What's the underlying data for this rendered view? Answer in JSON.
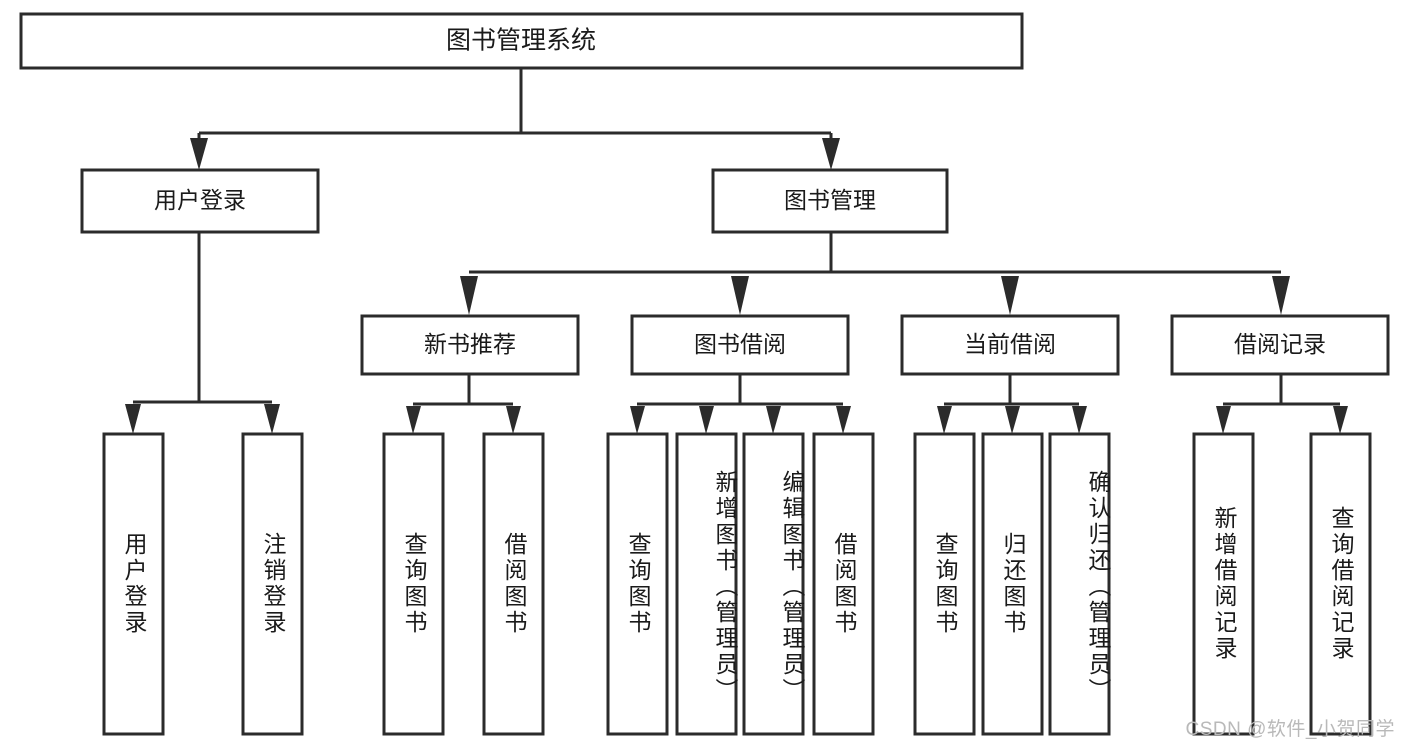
{
  "chart_data": {
    "type": "diagram",
    "subtype": "tree-hierarchy",
    "title": "图书管理系统",
    "orientation": "top-down",
    "edge_style": "orthogonal-with-arrowheads",
    "levels": 4,
    "nodes": [
      {
        "id": "root",
        "label": "图书管理系统",
        "level": 0,
        "parent": null,
        "orientation": "horizontal"
      },
      {
        "id": "n1",
        "label": "用户登录",
        "level": 1,
        "parent": "root",
        "orientation": "horizontal"
      },
      {
        "id": "n2",
        "label": "图书管理",
        "level": 1,
        "parent": "root",
        "orientation": "horizontal"
      },
      {
        "id": "n1a",
        "label": "用户登录",
        "level": 2,
        "parent": "n1",
        "orientation": "vertical"
      },
      {
        "id": "n1b",
        "label": "注销登录",
        "level": 2,
        "parent": "n1",
        "orientation": "vertical"
      },
      {
        "id": "n2a",
        "label": "新书推荐",
        "level": 2,
        "parent": "n2",
        "orientation": "horizontal"
      },
      {
        "id": "n2b",
        "label": "图书借阅",
        "level": 2,
        "parent": "n2",
        "orientation": "horizontal"
      },
      {
        "id": "n2c",
        "label": "当前借阅",
        "level": 2,
        "parent": "n2",
        "orientation": "horizontal"
      },
      {
        "id": "n2d",
        "label": "借阅记录",
        "level": 2,
        "parent": "n2",
        "orientation": "horizontal"
      },
      {
        "id": "n2a1",
        "label": "查询图书",
        "level": 3,
        "parent": "n2a",
        "orientation": "vertical"
      },
      {
        "id": "n2a2",
        "label": "借阅图书",
        "level": 3,
        "parent": "n2a",
        "orientation": "vertical"
      },
      {
        "id": "n2b1",
        "label": "查询图书",
        "level": 3,
        "parent": "n2b",
        "orientation": "vertical"
      },
      {
        "id": "n2b2",
        "label": "新增图书（管理员）",
        "level": 3,
        "parent": "n2b",
        "orientation": "vertical"
      },
      {
        "id": "n2b3",
        "label": "编辑图书（管理员）",
        "level": 3,
        "parent": "n2b",
        "orientation": "vertical"
      },
      {
        "id": "n2b4",
        "label": "借阅图书",
        "level": 3,
        "parent": "n2b",
        "orientation": "vertical"
      },
      {
        "id": "n2c1",
        "label": "查询图书",
        "level": 3,
        "parent": "n2c",
        "orientation": "vertical"
      },
      {
        "id": "n2c2",
        "label": "归还图书",
        "level": 3,
        "parent": "n2c",
        "orientation": "vertical"
      },
      {
        "id": "n2c3",
        "label": "确认归还（管理员）",
        "level": 3,
        "parent": "n2c",
        "orientation": "vertical"
      },
      {
        "id": "n2d1",
        "label": "新增借阅记录",
        "level": 3,
        "parent": "n2d",
        "orientation": "vertical"
      },
      {
        "id": "n2d2",
        "label": "查询借阅记录",
        "level": 3,
        "parent": "n2d",
        "orientation": "vertical"
      }
    ],
    "edges": [
      {
        "from": "root",
        "to": "n1"
      },
      {
        "from": "root",
        "to": "n2"
      },
      {
        "from": "n1",
        "to": "n1a"
      },
      {
        "from": "n1",
        "to": "n1b"
      },
      {
        "from": "n2",
        "to": "n2a"
      },
      {
        "from": "n2",
        "to": "n2b"
      },
      {
        "from": "n2",
        "to": "n2c"
      },
      {
        "from": "n2",
        "to": "n2d"
      },
      {
        "from": "n2a",
        "to": "n2a1"
      },
      {
        "from": "n2a",
        "to": "n2a2"
      },
      {
        "from": "n2b",
        "to": "n2b1"
      },
      {
        "from": "n2b",
        "to": "n2b2"
      },
      {
        "from": "n2b",
        "to": "n2b3"
      },
      {
        "from": "n2b",
        "to": "n2b4"
      },
      {
        "from": "n2c",
        "to": "n2c1"
      },
      {
        "from": "n2c",
        "to": "n2c2"
      },
      {
        "from": "n2c",
        "to": "n2c3"
      },
      {
        "from": "n2d",
        "to": "n2d1"
      },
      {
        "from": "n2d",
        "to": "n2d2"
      }
    ],
    "colors": {
      "background": "#ffffff",
      "box_fill": "#ffffff",
      "box_stroke": "#2b2b2b",
      "text": "#1a1a1a",
      "watermark": "#b9b9b9"
    }
  },
  "nodes": {
    "root": "图书管理系统",
    "user_login": "用户登录",
    "book_manage": "图书管理",
    "user_login_leaf": "用户登录",
    "logout_leaf": "注销登录",
    "new_book_rec": "新书推荐",
    "book_borrow": "图书借阅",
    "current_borrow": "当前借阅",
    "borrow_record": "借阅记录",
    "rec_query_book": "查询图书",
    "rec_borrow_book": "借阅图书",
    "bb_query_book": "查询图书",
    "bb_add_book": "新增图书（管理员）",
    "bb_edit_book": "编辑图书（管理员）",
    "bb_borrow_book": "借阅图书",
    "cb_query_book": "查询图书",
    "cb_return_book": "归还图书",
    "cb_confirm_return": "确认归还（管理员）",
    "br_add_record": "新增借阅记录",
    "br_query_record": "查询借阅记录"
  },
  "watermark": {
    "text": "CSDN @软件_小贺同学"
  }
}
